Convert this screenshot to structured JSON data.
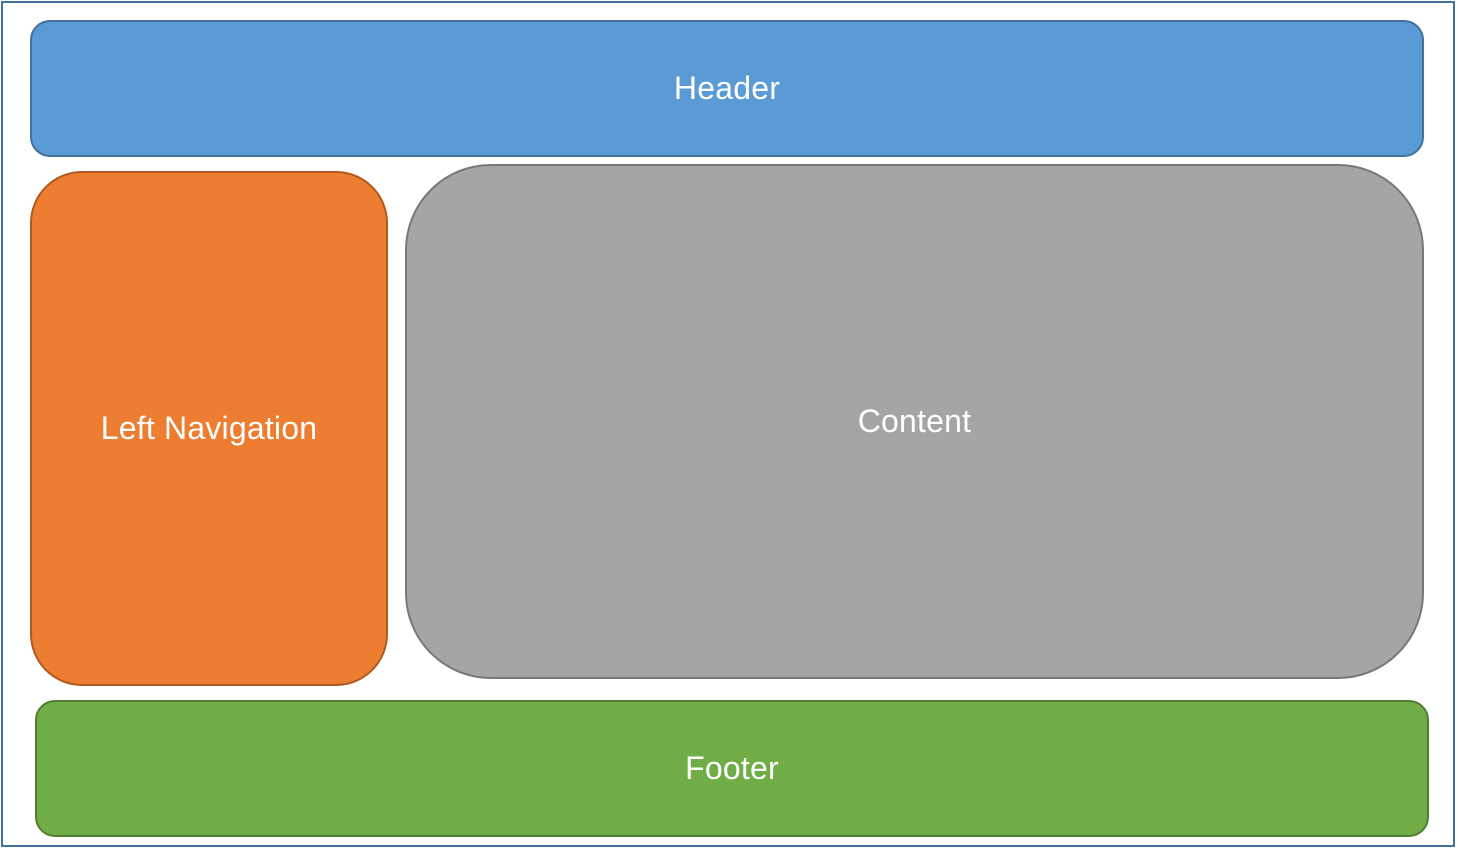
{
  "regions": {
    "header": {
      "label": "Header",
      "fill": "#5b9bd5",
      "stroke": "#41719c"
    },
    "left_navigation": {
      "label": "Left Navigation",
      "fill": "#ed7d31",
      "stroke": "#ae5a21"
    },
    "content": {
      "label": "Content",
      "fill": "#a5a5a5",
      "stroke": "#787878"
    },
    "footer": {
      "label": "Footer",
      "fill": "#70ad47",
      "stroke": "#507e32"
    }
  },
  "frame": {
    "stroke": "#41719c"
  }
}
